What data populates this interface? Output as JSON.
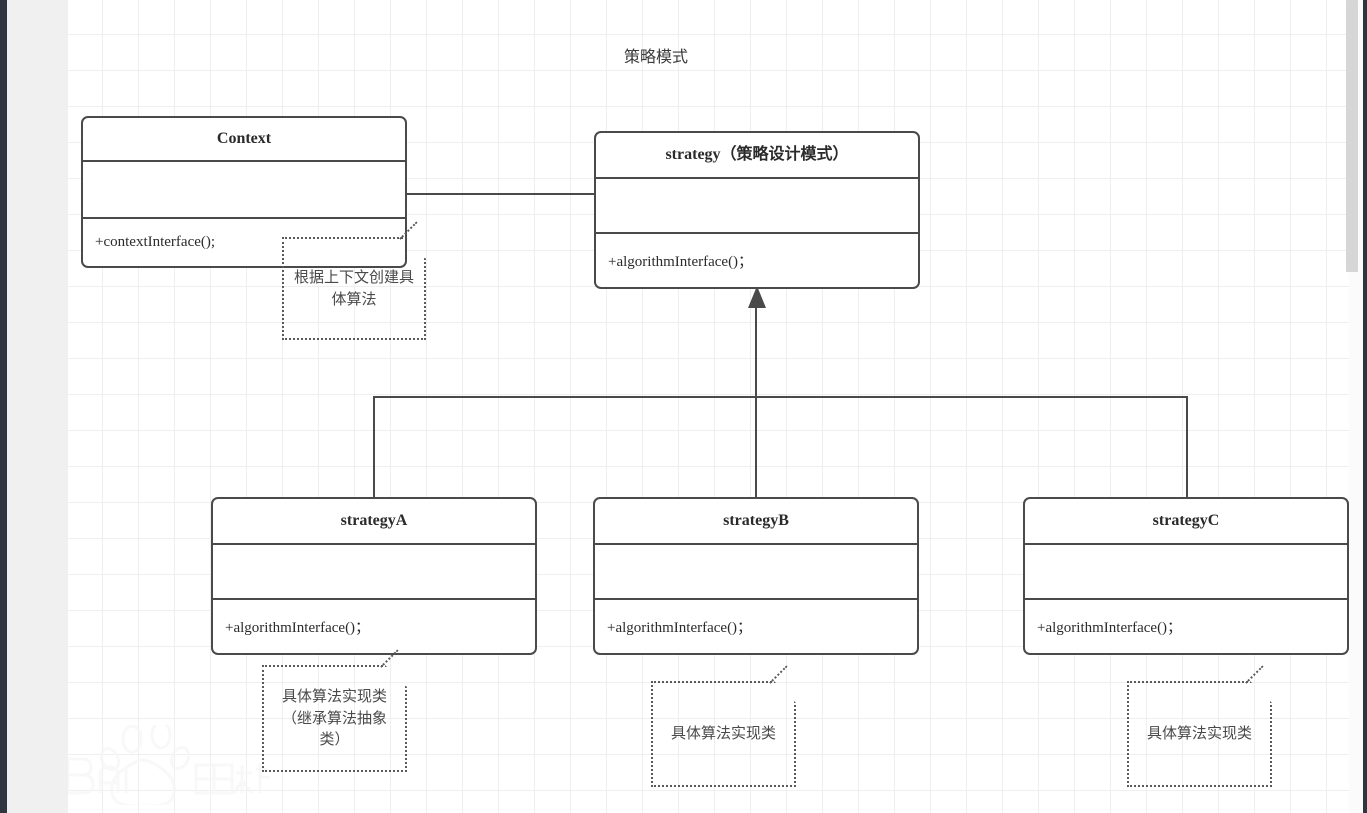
{
  "diagram": {
    "title": "策略模式",
    "classes": [
      {
        "id": "context",
        "name": "Context",
        "attributes": "",
        "operations": "+contextInterface();"
      },
      {
        "id": "strategy",
        "name": "strategy（策略设计模式）",
        "attributes": "",
        "operations": "+algorithmInterface()；"
      },
      {
        "id": "strategy-a",
        "name": "strategyA",
        "attributes": "",
        "operations": "+algorithmInterface()；"
      },
      {
        "id": "strategy-b",
        "name": "strategyB",
        "attributes": "",
        "operations": "+algorithmInterface()；"
      },
      {
        "id": "strategy-c",
        "name": "strategyC",
        "attributes": "",
        "operations": "+algorithmInterface()；"
      }
    ],
    "notes": [
      {
        "id": "note-context",
        "text": "根据上下文创建具体算法"
      },
      {
        "id": "note-a",
        "text": "具体算法实现类（继承算法抽象类）"
      },
      {
        "id": "note-b",
        "text": "具体算法实现类"
      },
      {
        "id": "note-c",
        "text": "具体算法实现类"
      }
    ],
    "connectors": [
      {
        "id": "assoc-context-strategy",
        "kind": "association-arrow",
        "from": "Context",
        "to": "strategy"
      },
      {
        "id": "gen-strategies-strategy",
        "kind": "generalization-arrow",
        "from": "strategyA, strategyB, strategyC",
        "to": "strategy"
      }
    ]
  },
  "watermark": {
    "text": "Baidu 百科"
  },
  "colors": {
    "canvas": "#ffffff",
    "grid_line": "#efefef",
    "box_stroke": "#4a4a4a",
    "note_stroke": "#5a5a5a",
    "text": "#2b2b2b",
    "left_rail": "#2f3640",
    "left_margin": "#f0f0f0",
    "scrollbar_thumb": "#d6d6d6"
  }
}
